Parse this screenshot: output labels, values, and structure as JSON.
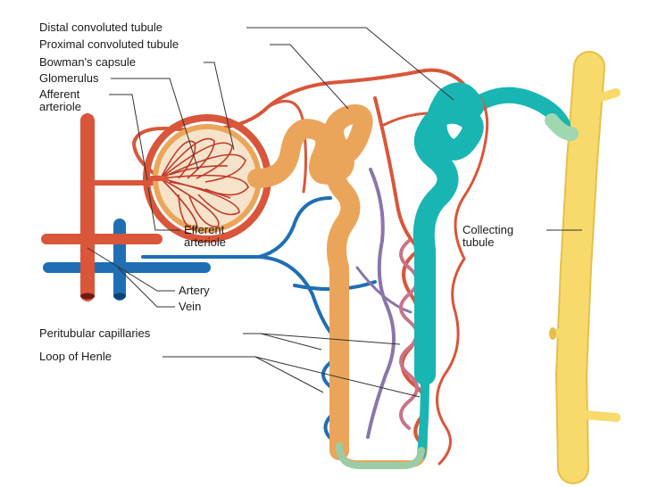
{
  "colors": {
    "artery": "#D9563A",
    "vein": "#1E6FB4",
    "proximal": "#EBA55A",
    "distal": "#19B5B2",
    "collecting": "#F7DA6B",
    "collecting_edge": "#E5C04A",
    "capillary_purple": "#8A76A8",
    "loop_pink": "#C9738A"
  },
  "labels": {
    "distal": "Distal convoluted tubule",
    "proximal": "Proximal convoluted tubule",
    "bowman": "Bowman's  capsule",
    "glomerulus": "Glomerulus",
    "afferent_1": "Afferent",
    "afferent_2": "arteriole",
    "efferent_1": "Efferent",
    "efferent_2": "arteriole",
    "collecting_1": "Collecting",
    "collecting_2": "tubule",
    "artery": "Artery",
    "vein": "Vein",
    "peritubular": "Peritubular capillaries",
    "henle": "Loop of Henle"
  }
}
